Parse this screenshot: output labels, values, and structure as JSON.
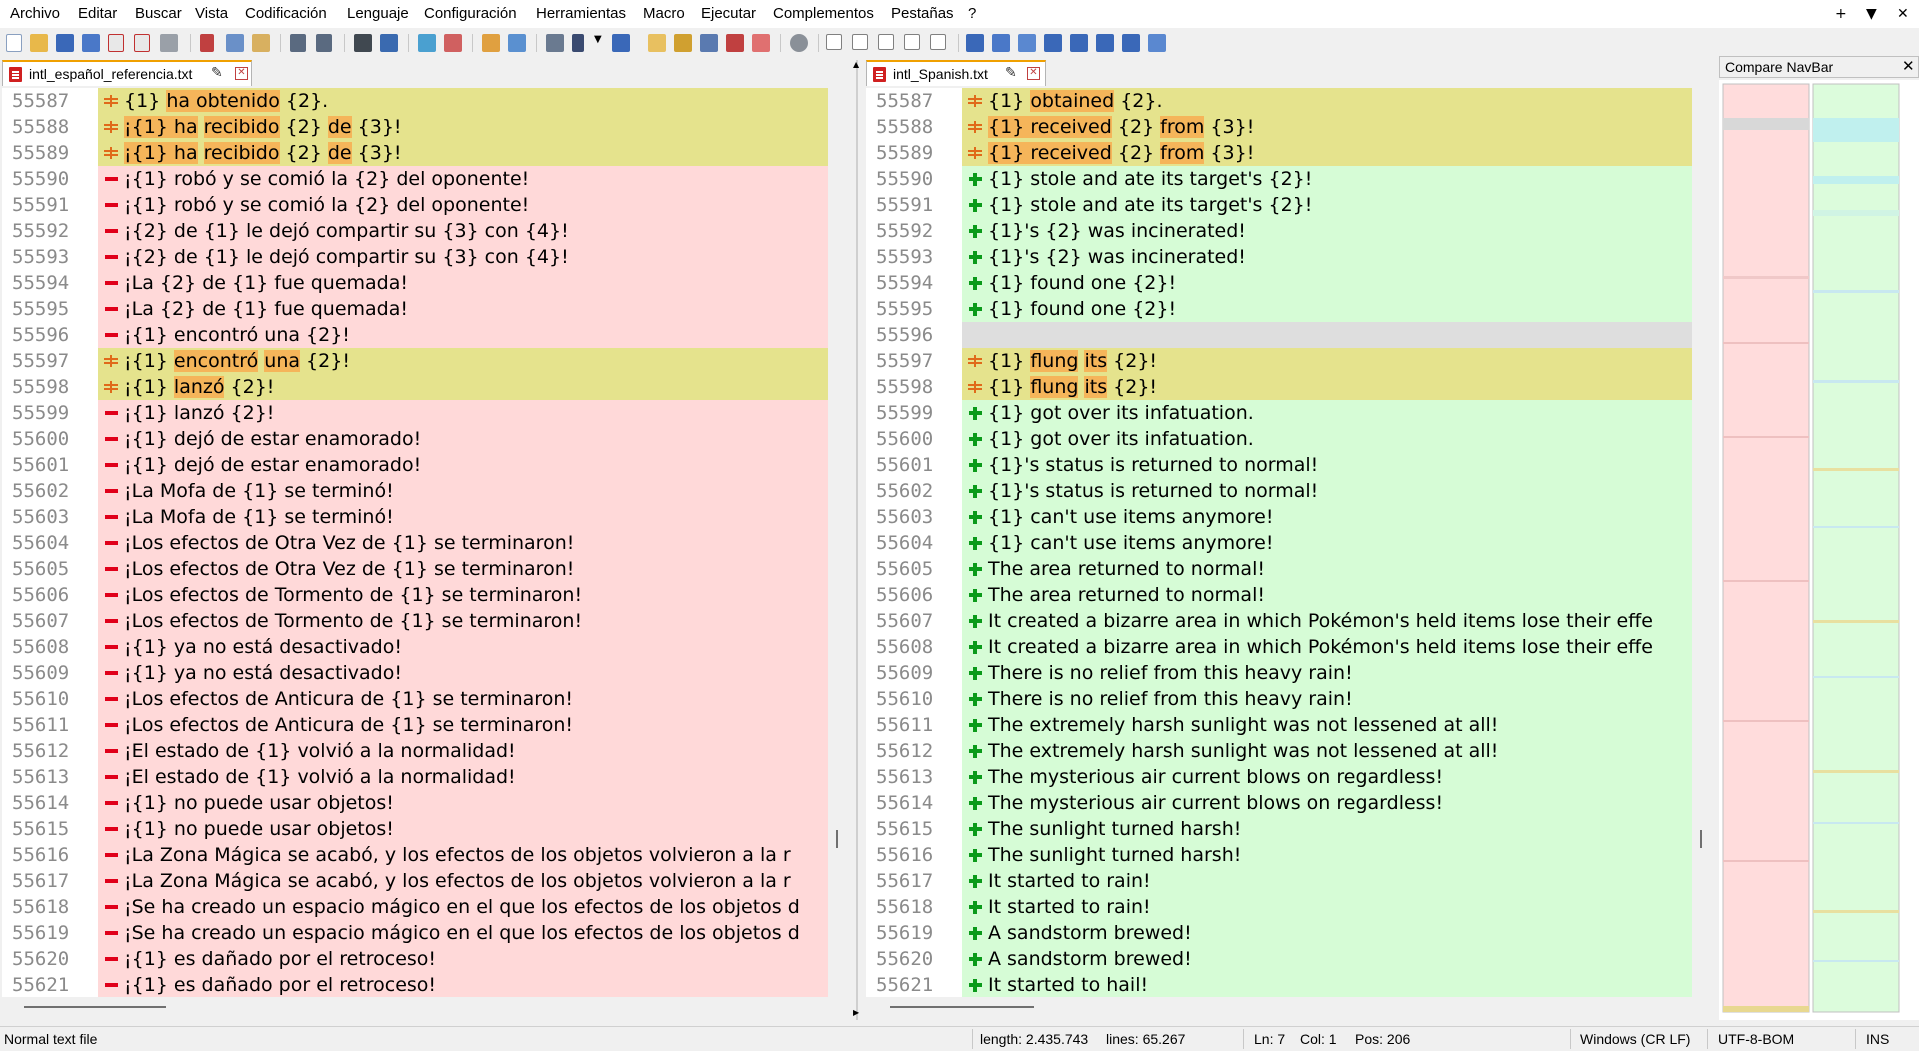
{
  "menu": {
    "items": [
      "Archivo",
      "Editar",
      "Buscar",
      "Vista",
      "Codificación",
      "Lenguaje",
      "Configuración",
      "Herramientas",
      "Macro",
      "Ejecutar",
      "Complementos",
      "Pestañas",
      "?"
    ],
    "right_buttons": [
      "+",
      "▼",
      "✕"
    ]
  },
  "colors": {
    "removed_bg": "#ffd9d9",
    "added_bg": "#d6fcd6",
    "changed_bg": "#e5e38d",
    "blank_bg": "#dedede",
    "word_highlight": "#f5b55a",
    "tab_accent": "#f0a000"
  },
  "left_pane": {
    "tab_title": "intl_español_referencia.txt",
    "lines": [
      {
        "n": "55587",
        "s": "mod",
        "segs": [
          [
            "{1} ",
            0
          ],
          [
            "ha obtenido",
            1
          ],
          [
            " {2}.",
            0
          ]
        ]
      },
      {
        "n": "55588",
        "s": "mod",
        "segs": [
          [
            "¡{1} ",
            1
          ],
          [
            "ha",
            1
          ],
          [
            " ",
            0
          ],
          [
            "recibido",
            1
          ],
          [
            " {2} ",
            0
          ],
          [
            "de",
            1
          ],
          [
            " {3}!",
            0
          ]
        ]
      },
      {
        "n": "55589",
        "s": "mod",
        "segs": [
          [
            "¡{1} ",
            1
          ],
          [
            "ha",
            1
          ],
          [
            " ",
            0
          ],
          [
            "recibido",
            1
          ],
          [
            " {2} ",
            0
          ],
          [
            "de",
            1
          ],
          [
            " {3}!",
            0
          ]
        ]
      },
      {
        "n": "55590",
        "s": "rem",
        "t": "¡{1} robó y se comió la {2} del oponente!"
      },
      {
        "n": "55591",
        "s": "rem",
        "t": "¡{1} robó y se comió la {2} del oponente!"
      },
      {
        "n": "55592",
        "s": "rem",
        "t": "¡{2} de {1} le dejó compartir su {3} con {4}!"
      },
      {
        "n": "55593",
        "s": "rem",
        "t": "¡{2} de {1} le dejó compartir su {3} con {4}!"
      },
      {
        "n": "55594",
        "s": "rem",
        "t": "¡La {2} de {1} fue quemada!"
      },
      {
        "n": "55595",
        "s": "rem",
        "t": "¡La {2} de {1} fue quemada!"
      },
      {
        "n": "55596",
        "s": "rem",
        "t": "¡{1} encontró una {2}!"
      },
      {
        "n": "55597",
        "s": "mod",
        "segs": [
          [
            "¡{1} ",
            0
          ],
          [
            "encontró",
            1
          ],
          [
            " ",
            0
          ],
          [
            "una",
            1
          ],
          [
            " {2}!",
            0
          ]
        ]
      },
      {
        "n": "55598",
        "s": "mod",
        "segs": [
          [
            "¡{1} ",
            0
          ],
          [
            "lanzó",
            1
          ],
          [
            " {2}!",
            0
          ]
        ]
      },
      {
        "n": "55599",
        "s": "rem",
        "t": "¡{1} lanzó {2}!"
      },
      {
        "n": "55600",
        "s": "rem",
        "t": "¡{1} dejó de estar enamorado!"
      },
      {
        "n": "55601",
        "s": "rem",
        "t": "¡{1} dejó de estar enamorado!"
      },
      {
        "n": "55602",
        "s": "rem",
        "t": "¡La Mofa de {1} se terminó!"
      },
      {
        "n": "55603",
        "s": "rem",
        "t": "¡La Mofa de {1} se terminó!"
      },
      {
        "n": "55604",
        "s": "rem",
        "t": "¡Los efectos de Otra Vez de {1} se terminaron!"
      },
      {
        "n": "55605",
        "s": "rem",
        "t": "¡Los efectos de Otra Vez de {1} se terminaron!"
      },
      {
        "n": "55606",
        "s": "rem",
        "t": "¡Los efectos de Tormento de {1} se terminaron!"
      },
      {
        "n": "55607",
        "s": "rem",
        "t": "¡Los efectos de Tormento de {1} se terminaron!"
      },
      {
        "n": "55608",
        "s": "rem",
        "t": "¡{1} ya no está desactivado!"
      },
      {
        "n": "55609",
        "s": "rem",
        "t": "¡{1} ya no está desactivado!"
      },
      {
        "n": "55610",
        "s": "rem",
        "t": "¡Los efectos de Anticura de {1} se terminaron!"
      },
      {
        "n": "55611",
        "s": "rem",
        "t": "¡Los efectos de Anticura de {1} se terminaron!"
      },
      {
        "n": "55612",
        "s": "rem",
        "t": "¡El estado de {1} volvió a la normalidad!"
      },
      {
        "n": "55613",
        "s": "rem",
        "t": "¡El estado de {1} volvió a la normalidad!"
      },
      {
        "n": "55614",
        "s": "rem",
        "t": "¡{1} no puede usar objetos!"
      },
      {
        "n": "55615",
        "s": "rem",
        "t": "¡{1} no puede usar objetos!"
      },
      {
        "n": "55616",
        "s": "rem",
        "t": "¡La Zona Mágica se acabó, y los efectos de los objetos volvieron a la r"
      },
      {
        "n": "55617",
        "s": "rem",
        "t": "¡La Zona Mágica se acabó, y los efectos de los objetos volvieron a la r"
      },
      {
        "n": "55618",
        "s": "rem",
        "t": "¡Se ha creado un espacio mágico en el que los efectos de los objetos d"
      },
      {
        "n": "55619",
        "s": "rem",
        "t": "¡Se ha creado un espacio mágico en el que los efectos de los objetos d"
      },
      {
        "n": "55620",
        "s": "rem",
        "t": "¡{1} es dañado por el retroceso!"
      },
      {
        "n": "55621",
        "s": "rem",
        "t": "¡{1} es dañado por el retroceso!"
      }
    ]
  },
  "right_pane": {
    "tab_title": "intl_Spanish.txt",
    "lines": [
      {
        "n": "55587",
        "s": "mod",
        "segs": [
          [
            "{1} ",
            0
          ],
          [
            "obtained",
            1
          ],
          [
            " {2}.",
            0
          ]
        ]
      },
      {
        "n": "55588",
        "s": "mod",
        "segs": [
          [
            "{1} ",
            1
          ],
          [
            "received",
            1
          ],
          [
            " {2} ",
            0
          ],
          [
            "from",
            1
          ],
          [
            " {3}!",
            0
          ]
        ]
      },
      {
        "n": "55589",
        "s": "mod",
        "segs": [
          [
            "{1} ",
            1
          ],
          [
            "received",
            1
          ],
          [
            " {2} ",
            0
          ],
          [
            "from",
            1
          ],
          [
            " {3}!",
            0
          ]
        ]
      },
      {
        "n": "55590",
        "s": "add",
        "t": "{1} stole and ate its target's {2}!"
      },
      {
        "n": "55591",
        "s": "add",
        "t": "{1} stole and ate its target's {2}!"
      },
      {
        "n": "55592",
        "s": "add",
        "t": "{1}'s {2} was incinerated!"
      },
      {
        "n": "55593",
        "s": "add",
        "t": "{1}'s {2} was incinerated!"
      },
      {
        "n": "55594",
        "s": "add",
        "t": "{1} found one {2}!"
      },
      {
        "n": "55595",
        "s": "add",
        "t": "{1} found one {2}!"
      },
      {
        "n": "55596",
        "s": "blank",
        "t": ""
      },
      {
        "n": "55597",
        "s": "mod",
        "segs": [
          [
            "{1} ",
            0
          ],
          [
            "flung",
            1
          ],
          [
            " ",
            0
          ],
          [
            "its",
            1
          ],
          [
            " {2}!",
            0
          ]
        ]
      },
      {
        "n": "55598",
        "s": "mod",
        "segs": [
          [
            "{1} ",
            0
          ],
          [
            "flung",
            1
          ],
          [
            " ",
            0
          ],
          [
            "its",
            1
          ],
          [
            " {2}!",
            0
          ]
        ]
      },
      {
        "n": "55599",
        "s": "add",
        "t": "{1} got over its infatuation."
      },
      {
        "n": "55600",
        "s": "add",
        "t": "{1} got over its infatuation."
      },
      {
        "n": "55601",
        "s": "add",
        "t": "{1}'s status is returned to normal!"
      },
      {
        "n": "55602",
        "s": "add",
        "t": "{1}'s status is returned to normal!"
      },
      {
        "n": "55603",
        "s": "add",
        "t": "{1} can't use items anymore!"
      },
      {
        "n": "55604",
        "s": "add",
        "t": "{1} can't use items anymore!"
      },
      {
        "n": "55605",
        "s": "add",
        "t": "The area returned to normal!"
      },
      {
        "n": "55606",
        "s": "add",
        "t": "The area returned to normal!"
      },
      {
        "n": "55607",
        "s": "add",
        "t": "It created a bizarre area in which Pokémon's held items lose their effe"
      },
      {
        "n": "55608",
        "s": "add",
        "t": "It created a bizarre area in which Pokémon's held items lose their effe"
      },
      {
        "n": "55609",
        "s": "add",
        "t": "There is no relief from this heavy rain!"
      },
      {
        "n": "55610",
        "s": "add",
        "t": "There is no relief from this heavy rain!"
      },
      {
        "n": "55611",
        "s": "add",
        "t": "The extremely harsh sunlight was not lessened at all!"
      },
      {
        "n": "55612",
        "s": "add",
        "t": "The extremely harsh sunlight was not lessened at all!"
      },
      {
        "n": "55613",
        "s": "add",
        "t": "The mysterious air current blows on regardless!"
      },
      {
        "n": "55614",
        "s": "add",
        "t": "The mysterious air current blows on regardless!"
      },
      {
        "n": "55615",
        "s": "add",
        "t": "The sunlight turned harsh!"
      },
      {
        "n": "55616",
        "s": "add",
        "t": "The sunlight turned harsh!"
      },
      {
        "n": "55617",
        "s": "add",
        "t": "It started to rain!"
      },
      {
        "n": "55618",
        "s": "add",
        "t": "It started to rain!"
      },
      {
        "n": "55619",
        "s": "add",
        "t": "A sandstorm brewed!"
      },
      {
        "n": "55620",
        "s": "add",
        "t": "A sandstorm brewed!"
      },
      {
        "n": "55621",
        "s": "add",
        "t": "It started to hail!"
      }
    ]
  },
  "navbar": {
    "title": "Compare NavBar",
    "close": "✕"
  },
  "status": {
    "file_type": "Normal text file",
    "length": "length: 2.435.743",
    "lines": "lines: 65.267",
    "ln": "Ln: 7",
    "col": "Col: 1",
    "pos": "Pos: 206",
    "eol": "Windows (CR LF)",
    "encoding": "UTF-8-BOM",
    "mode": "INS"
  }
}
